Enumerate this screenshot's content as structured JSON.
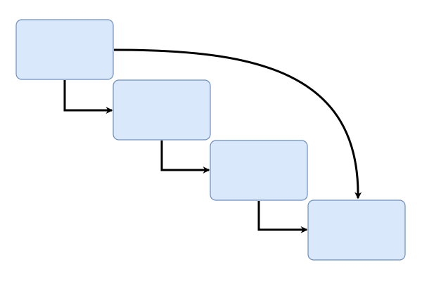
{
  "diagram": {
    "nodes": [
      {
        "id": "step-1",
        "label": ""
      },
      {
        "id": "step-2",
        "label": ""
      },
      {
        "id": "step-3",
        "label": ""
      },
      {
        "id": "step-4",
        "label": ""
      }
    ],
    "edges": [
      {
        "from": "step-1",
        "to": "step-2",
        "style": "orthogonal"
      },
      {
        "from": "step-2",
        "to": "step-3",
        "style": "orthogonal"
      },
      {
        "from": "step-3",
        "to": "step-4",
        "style": "orthogonal"
      },
      {
        "from": "step-1",
        "to": "step-4",
        "style": "curved"
      }
    ],
    "colors": {
      "node_fill": "#dae8fc",
      "node_stroke": "#6c8ebf",
      "edge": "#000000"
    }
  }
}
